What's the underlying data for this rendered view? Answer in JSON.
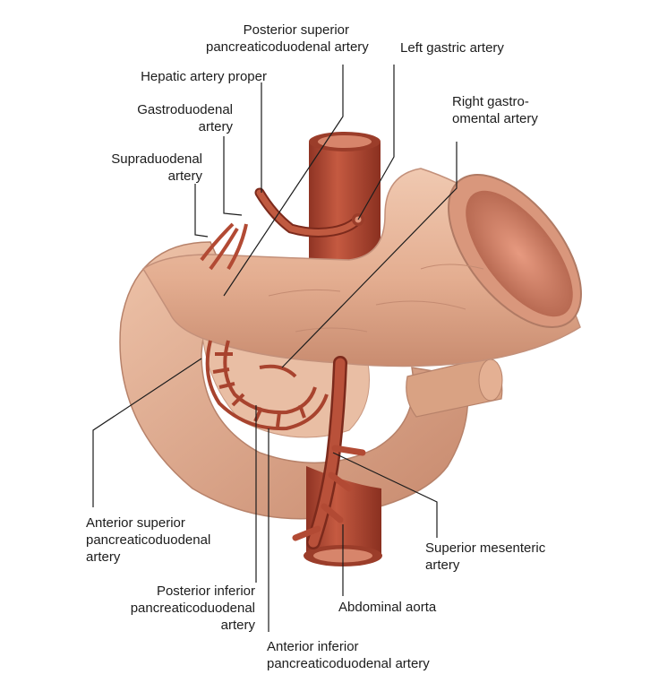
{
  "labels": {
    "posterior_superior": [
      "Posterior superior",
      "pancreaticoduodenal artery"
    ],
    "left_gastric": [
      "Left gastric artery"
    ],
    "hepatic_artery_proper": [
      "Hepatic artery proper"
    ],
    "right_gastroomental": [
      "Right gastro-",
      "omental artery"
    ],
    "gastroduodenal": [
      "Gastroduodenal",
      "artery"
    ],
    "supraduodenal": [
      "Supraduodenal",
      "artery"
    ],
    "anterior_superior": [
      "Anterior superior",
      "pancreaticoduodenal",
      "artery"
    ],
    "superior_mesenteric": [
      "Superior mesenteric",
      "artery"
    ],
    "posterior_inferior": [
      "Posterior inferior",
      "pancreaticoduodenal",
      "artery"
    ],
    "abdominal_aorta": [
      "Abdominal aorta"
    ],
    "anterior_inferior": [
      "Anterior inferior",
      "pancreaticoduodenal artery"
    ]
  },
  "colors": {
    "organ": "#e8b69a",
    "organ_shadow": "#c88d72",
    "artery": "#b24a34",
    "artery_dark": "#7c2a1c",
    "leader_line": "#1c1c1c"
  }
}
